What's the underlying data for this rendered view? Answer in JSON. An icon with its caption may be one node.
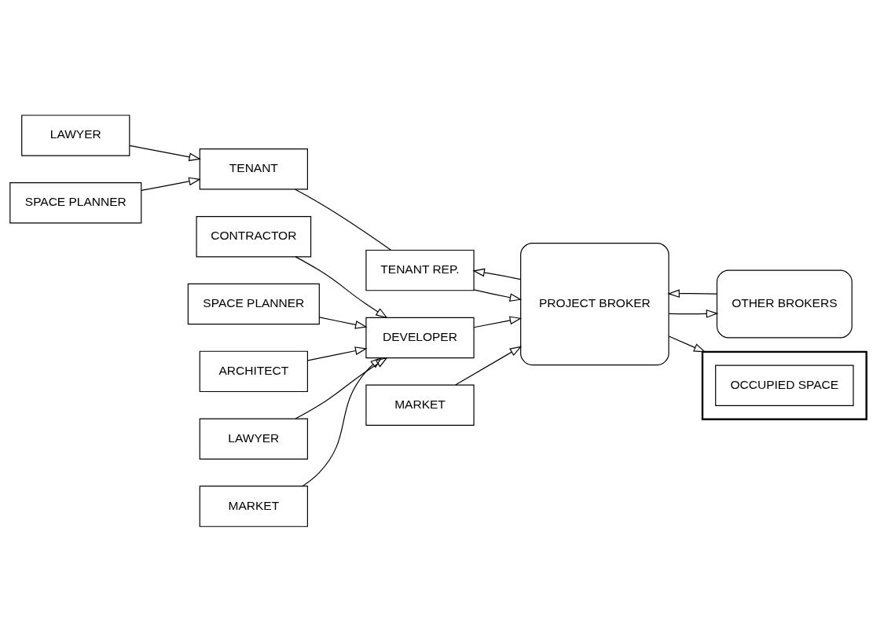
{
  "diagram": {
    "nodes": [
      {
        "text": [
          "LAWYER"
        ]
      },
      {
        "text": [
          "SPACE PLANNER"
        ]
      },
      {
        "text": [
          "TENANT"
        ]
      },
      {
        "text": [
          "TENANT REP."
        ]
      },
      {
        "text": [
          "CONTRACTOR"
        ]
      },
      {
        "text": [
          "SPACE PLANNER"
        ]
      },
      {
        "text": [
          "DEVELOPER"
        ]
      },
      {
        "text": [
          "ARCHITECT"
        ]
      },
      {
        "text": [
          "LAWYER"
        ]
      },
      {
        "text": [
          "MARKET"
        ]
      },
      {
        "text": [
          "PROJECT BROKER"
        ]
      },
      {
        "text": [
          "OTHER BROKERS"
        ]
      },
      {
        "text": [
          "MARKET"
        ]
      },
      {
        "text": [],
        "shape": "box"
      },
      {
        "text": [
          "OCCUPIED SPACE"
        ],
        "in": 13
      }
    ],
    "edges": [
      {
        "from": 0,
        "to": 2,
        "arrow": "to"
      },
      {
        "from": 1,
        "to": 2,
        "arrow": "to"
      },
      {
        "from": 2,
        "to": 3,
        "arrow": "none"
      },
      {
        "from": 10,
        "to": 3,
        "arrow": "to"
      },
      {
        "from": 3,
        "to": 10,
        "arrow": "to"
      },
      {
        "from": 4,
        "to": 6,
        "arrow": "to"
      },
      {
        "from": 5,
        "to": 6,
        "arrow": "to"
      },
      {
        "from": 7,
        "to": 6,
        "arrow": "to"
      },
      {
        "from": 8,
        "to": 6,
        "arrow": "to"
      },
      {
        "from": 9,
        "to": 6,
        "arrow": "to"
      },
      {
        "from": 6,
        "to": 10,
        "arrow": "to"
      },
      {
        "from": 10,
        "to": 11,
        "arrow": "to"
      },
      {
        "from": 11,
        "to": 10,
        "arrow": "to"
      },
      {
        "from": 12,
        "to": 10,
        "arrow": "to"
      },
      {
        "from": 10,
        "to": 13,
        "arrow": "to"
      }
    ]
  }
}
